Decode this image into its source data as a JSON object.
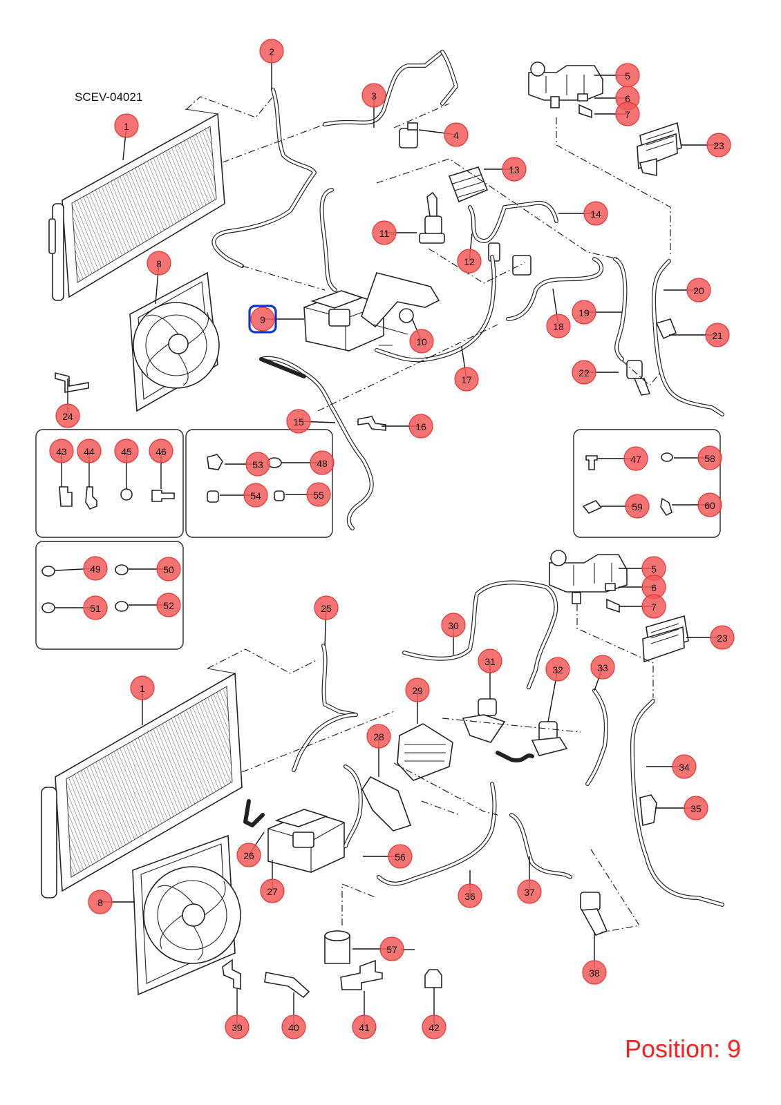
{
  "diagram": {
    "code": "SCEV-04021",
    "position_text": "Position: 9",
    "selected_callout": "9",
    "colors": {
      "callout_fill": "#f25a5a",
      "selected_outline": "#1032d8",
      "position_text": "#ff1f1f"
    },
    "callouts": [
      {
        "number": "1"
      },
      {
        "number": "2"
      },
      {
        "number": "3"
      },
      {
        "number": "4"
      },
      {
        "number": "5"
      },
      {
        "number": "6"
      },
      {
        "number": "7"
      },
      {
        "number": "23"
      },
      {
        "number": "13"
      },
      {
        "number": "14"
      },
      {
        "number": "11"
      },
      {
        "number": "12"
      },
      {
        "number": "8"
      },
      {
        "number": "9"
      },
      {
        "number": "10"
      },
      {
        "number": "19"
      },
      {
        "number": "18"
      },
      {
        "number": "20"
      },
      {
        "number": "21"
      },
      {
        "number": "22"
      },
      {
        "number": "17"
      },
      {
        "number": "24"
      },
      {
        "number": "15"
      },
      {
        "number": "16"
      },
      {
        "number": "43"
      },
      {
        "number": "44"
      },
      {
        "number": "45"
      },
      {
        "number": "46"
      },
      {
        "number": "53"
      },
      {
        "number": "48"
      },
      {
        "number": "54"
      },
      {
        "number": "55"
      },
      {
        "number": "47"
      },
      {
        "number": "58"
      },
      {
        "number": "59"
      },
      {
        "number": "60"
      },
      {
        "number": "49"
      },
      {
        "number": "50"
      },
      {
        "number": "51"
      },
      {
        "number": "52"
      },
      {
        "number": "5"
      },
      {
        "number": "6"
      },
      {
        "number": "7"
      },
      {
        "number": "23"
      },
      {
        "number": "25"
      },
      {
        "number": "30"
      },
      {
        "number": "1"
      },
      {
        "number": "31"
      },
      {
        "number": "32"
      },
      {
        "number": "33"
      },
      {
        "number": "29"
      },
      {
        "number": "28"
      },
      {
        "number": "34"
      },
      {
        "number": "35"
      },
      {
        "number": "26"
      },
      {
        "number": "56"
      },
      {
        "number": "27"
      },
      {
        "number": "36"
      },
      {
        "number": "37"
      },
      {
        "number": "8"
      },
      {
        "number": "57"
      },
      {
        "number": "38"
      },
      {
        "number": "39"
      },
      {
        "number": "40"
      },
      {
        "number": "41"
      },
      {
        "number": "42"
      }
    ]
  }
}
